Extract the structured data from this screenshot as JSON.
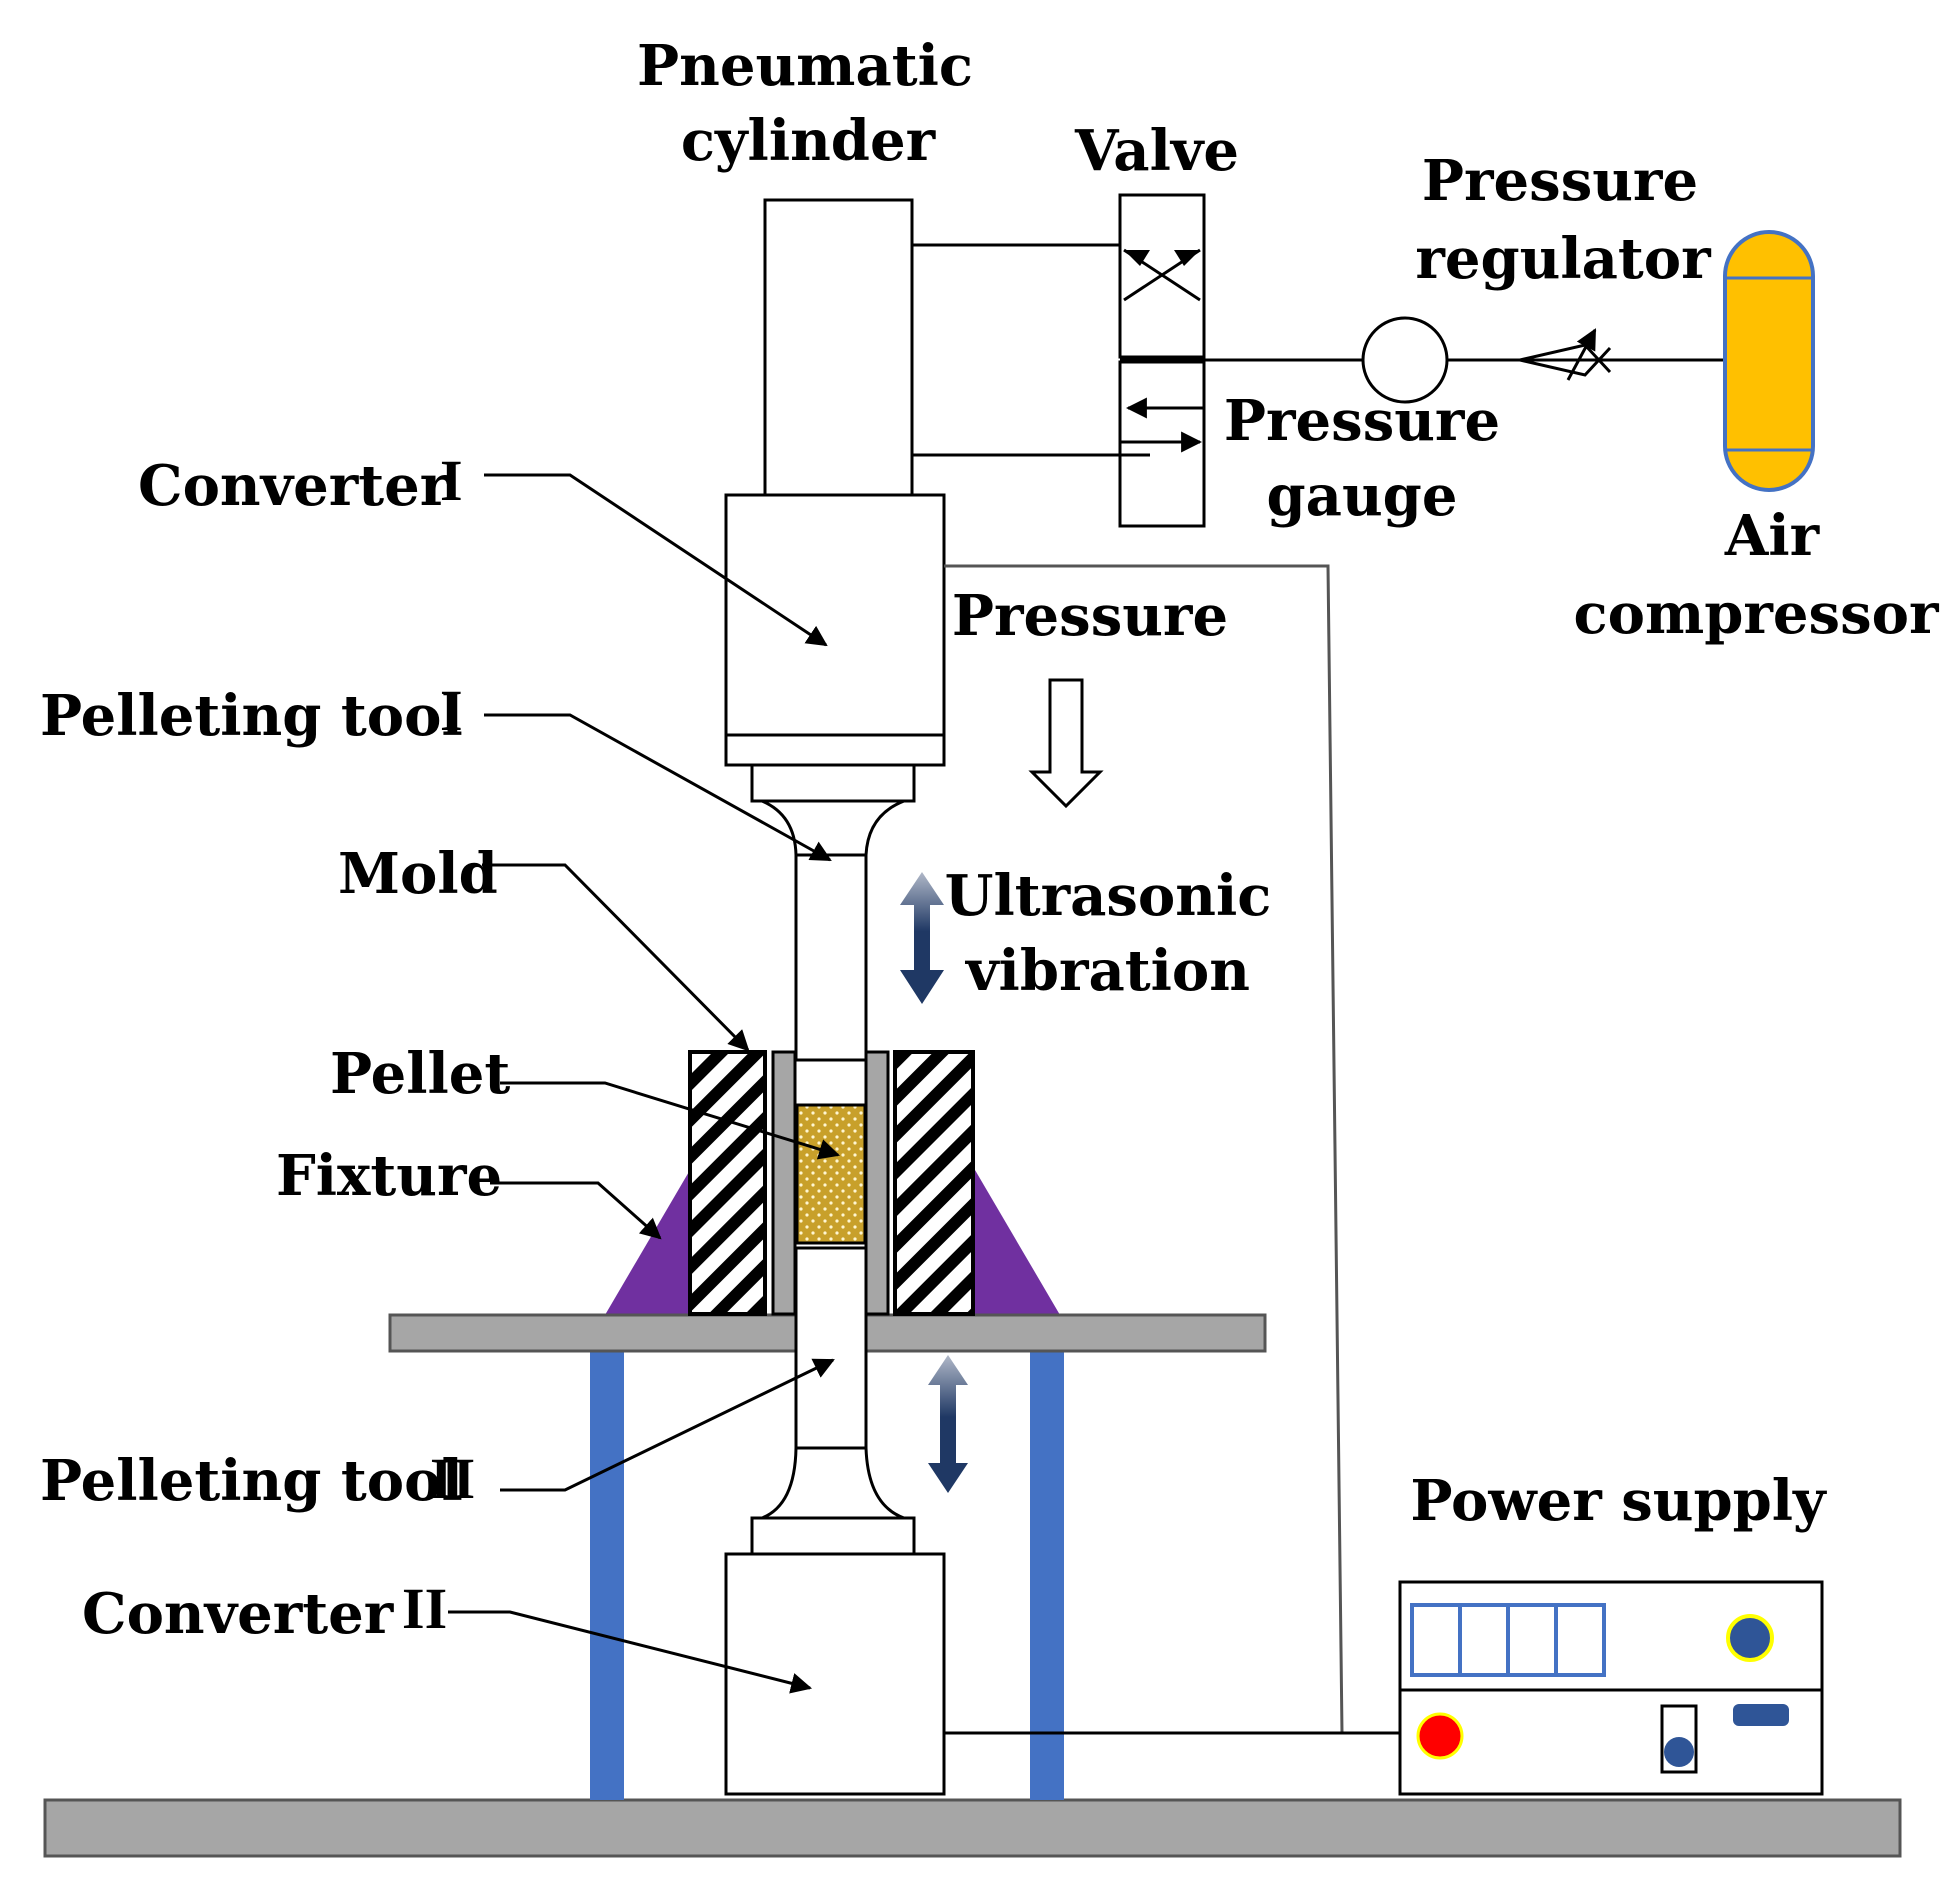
{
  "labels": {
    "pneumatic_cylinder": [
      "Pneumatic",
      "cylinder"
    ],
    "valve": "Valve",
    "pressure_regulator": [
      "Pressure",
      "regulator"
    ],
    "pressure_gauge": [
      "Pressure",
      "gauge"
    ],
    "air_compressor": [
      "Air",
      "compressor"
    ],
    "converter_1": "Converter",
    "converter_1_num": "I",
    "pressure": "Pressure",
    "pelleting_tool_1": "Pelleting tool",
    "pelleting_tool_1_num": "I",
    "mold": "Mold",
    "ultrasonic_vibration": [
      "Ultrasonic",
      "vibration"
    ],
    "pellet": "Pellet",
    "fixture": "Fixture",
    "pelleting_tool_2": "Pelleting tool",
    "pelleting_tool_2_num": "II",
    "converter_2": "Converter",
    "converter_2_num": "II",
    "power_supply": "Power supply"
  },
  "colors": {
    "compressor": "#FFC000",
    "compressor_stroke": "#4472C4",
    "fixture": "#7030A0",
    "base": "#A6A6A6",
    "legs": "#4472C4",
    "pellet": "#C8A02A",
    "mold_liner": "#A6A6A6",
    "vibration_arrow": "#1F3864",
    "power_red": "#FF0000",
    "power_knob": "#2F5597",
    "power_knob_ring": "#FFFF00"
  }
}
